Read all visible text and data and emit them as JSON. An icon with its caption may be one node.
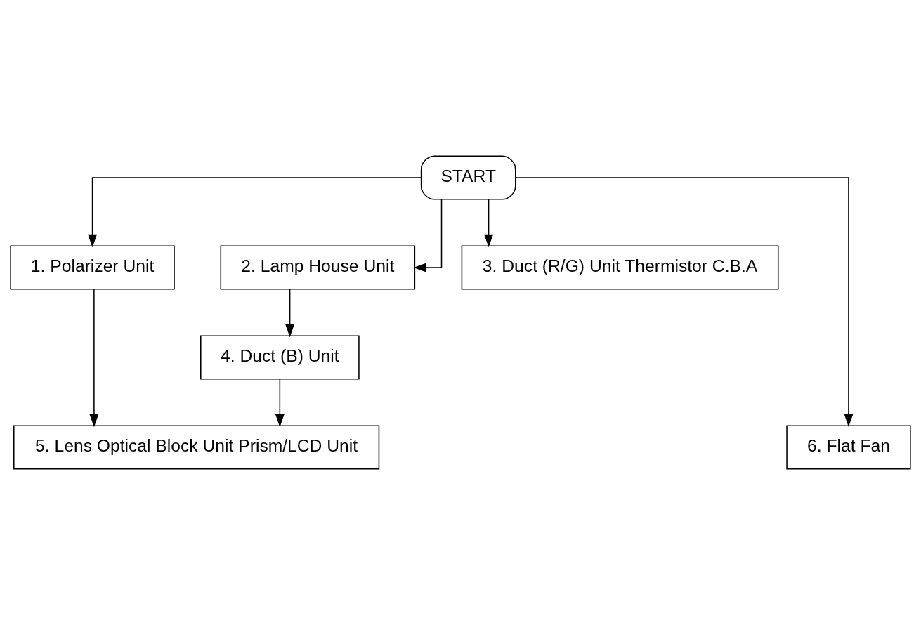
{
  "diagram": {
    "nodes": [
      {
        "text": [
          "START"
        ]
      },
      {
        "text": [
          "1. Polarizer Unit"
        ]
      },
      {
        "text": [
          "2. Lamp House Unit"
        ]
      },
      {
        "text": [
          "3. Duct (R/G) Unit Thermistor C.B.A"
        ]
      },
      {
        "text": [
          "4. Duct (B) Unit"
        ]
      },
      {
        "text": [
          "5. Lens Optical Block Unit Prism/LCD Unit"
        ]
      },
      {
        "text": [
          "6. Flat Fan"
        ]
      }
    ],
    "edges": [
      {
        "from": 0,
        "to": 1,
        "arrow": "to"
      },
      {
        "from": 0,
        "to": 2,
        "arrow": "to"
      },
      {
        "from": 0,
        "to": 3,
        "arrow": "to"
      },
      {
        "from": 0,
        "to": 6,
        "arrow": "to"
      },
      {
        "from": 2,
        "to": 4,
        "arrow": "to"
      },
      {
        "from": 1,
        "to": 5,
        "arrow": "to"
      },
      {
        "from": 4,
        "to": 5,
        "arrow": "to"
      }
    ]
  }
}
